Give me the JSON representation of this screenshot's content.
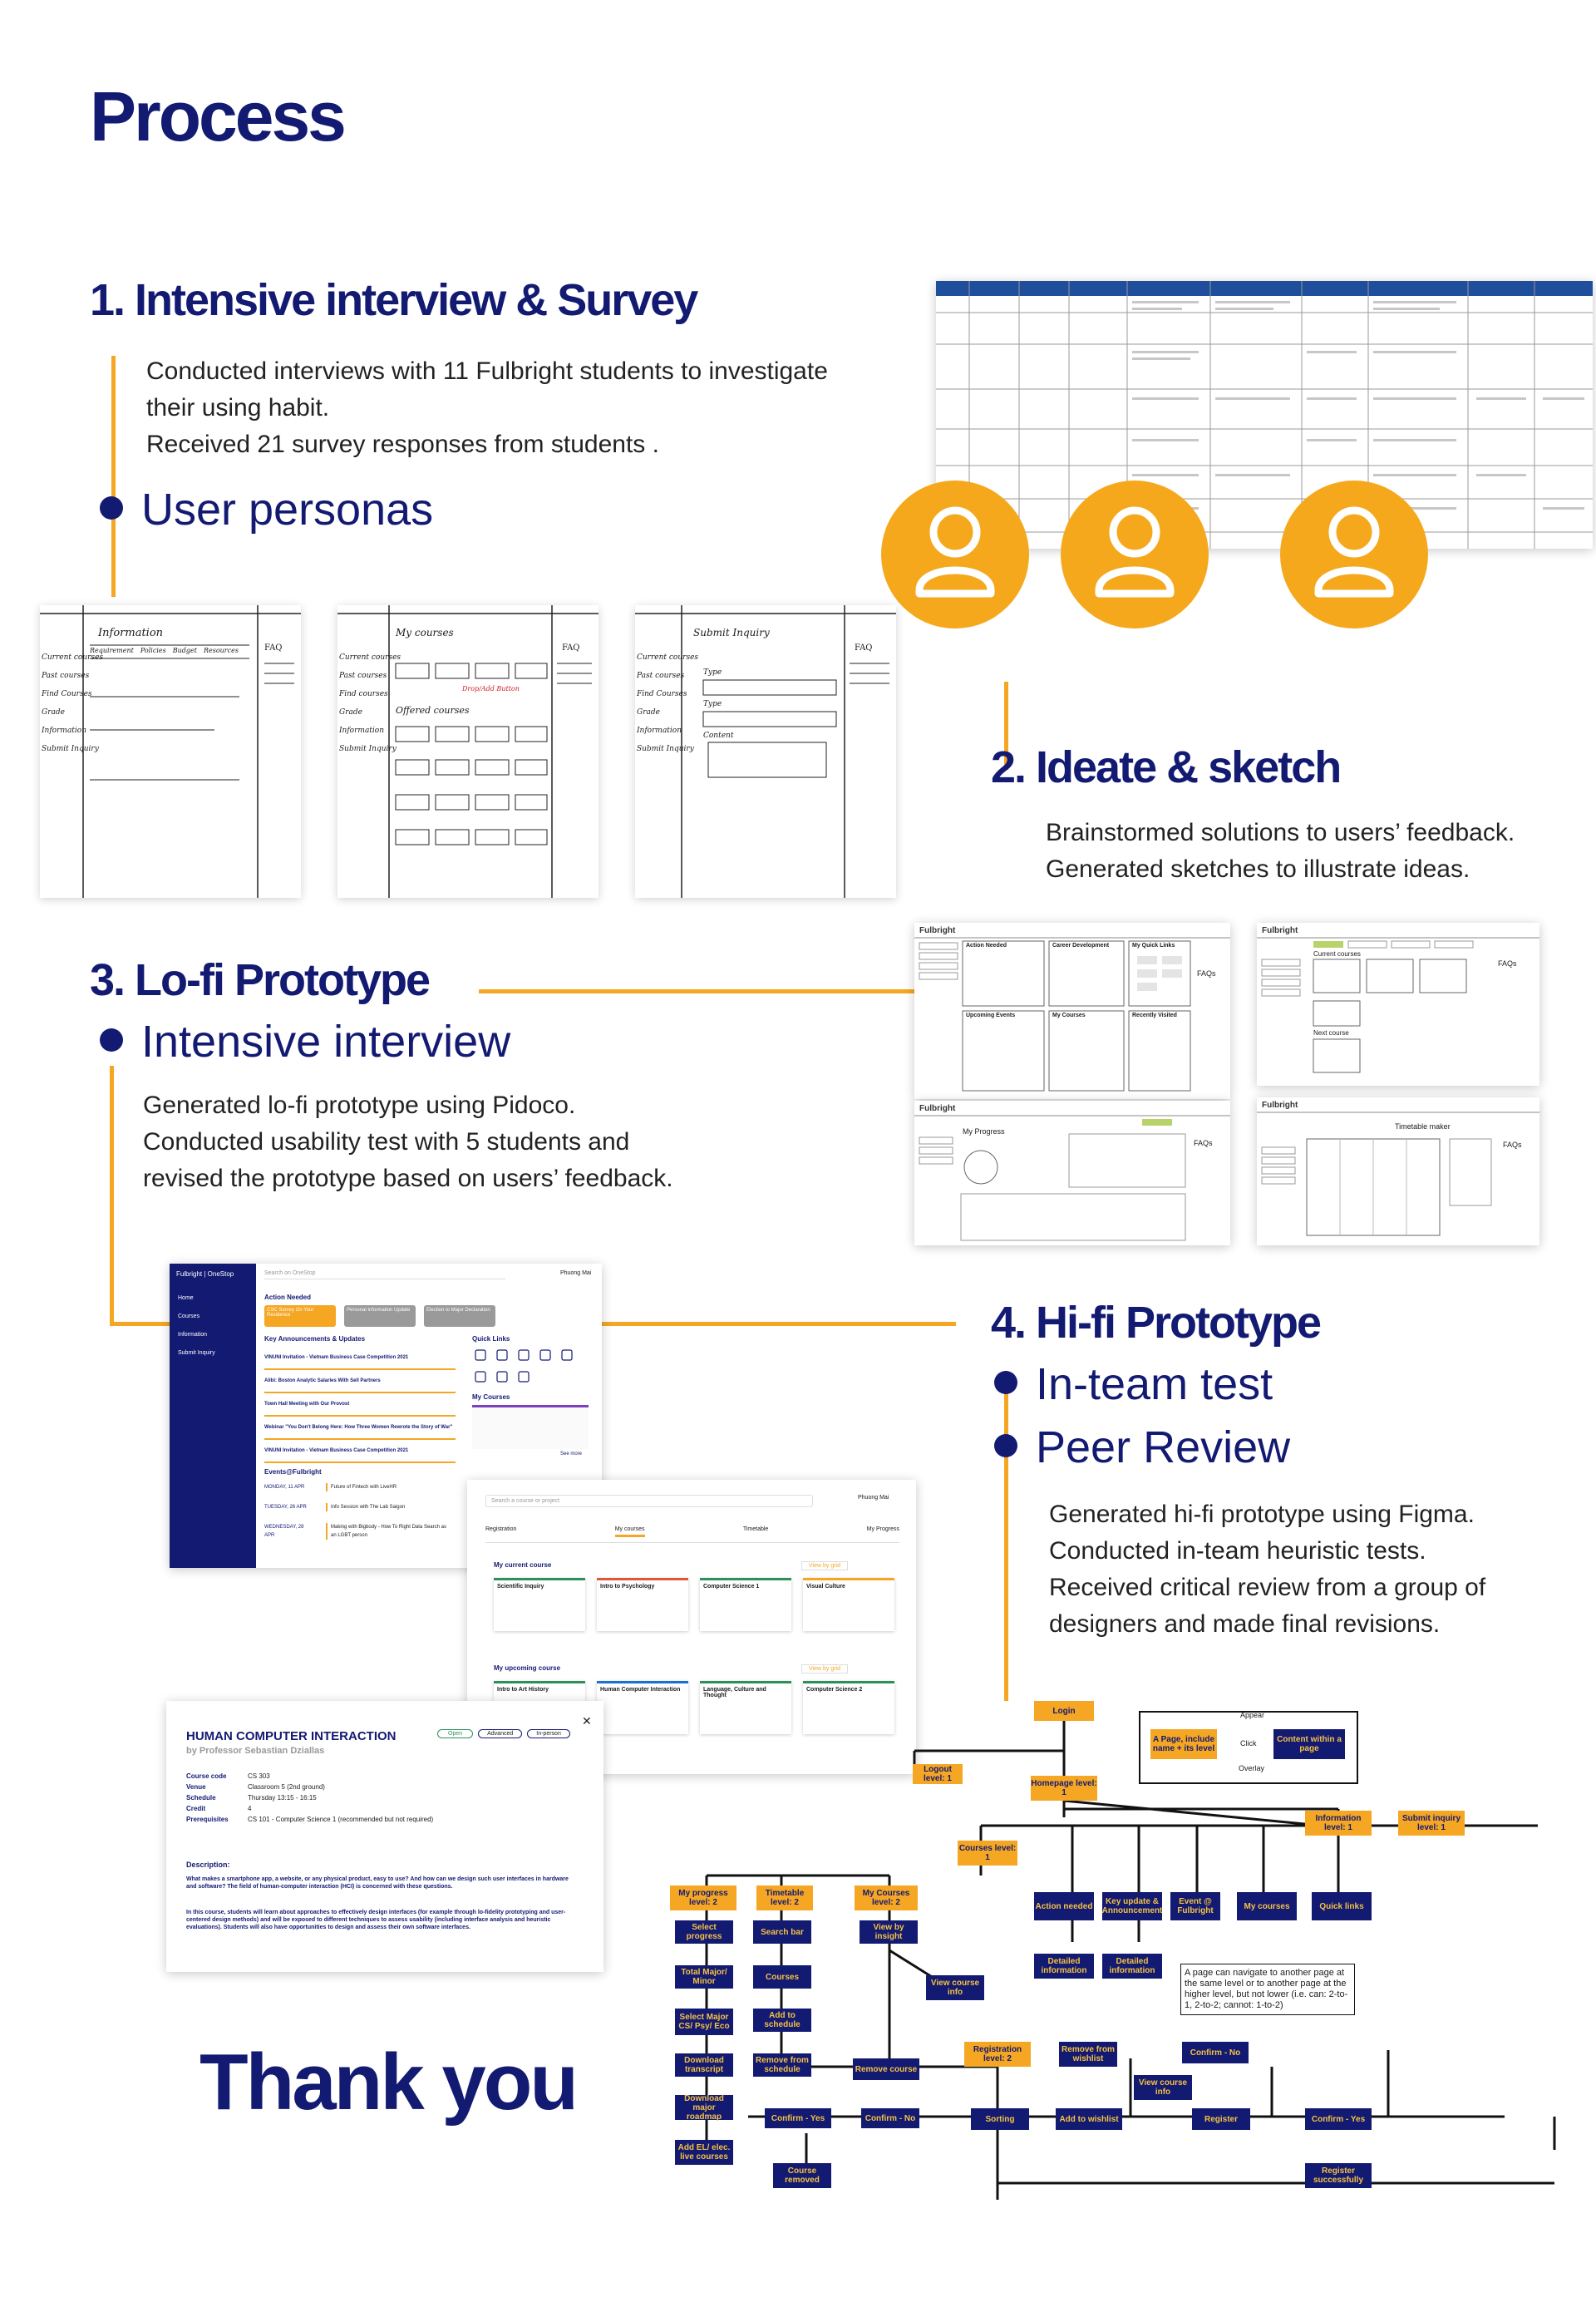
{
  "page": {
    "title": "Process",
    "closing": "Thank you"
  },
  "colors": {
    "navy": "#131a72",
    "accent": "#f5a623"
  },
  "steps": {
    "interview": {
      "heading": "1. Intensive interview & Survey",
      "lines": [
        "Conducted interviews with 11 Fulbright students to investigate",
        "their using habit.",
        "Received 21 survey responses from students ."
      ],
      "bullet": "User personas"
    },
    "ideate": {
      "heading": "2. Ideate & sketch",
      "lines": [
        "Brainstormed solutions to users’ feedback.",
        "Generated sketches to illustrate ideas."
      ]
    },
    "lofi": {
      "heading": "3. Lo-fi Prototype",
      "bullet": "Intensive interview",
      "lines": [
        "Generated lo-fi prototype using Pidoco.",
        "Conducted usability test with 5 students and",
        "revised the prototype based on users’ feedback."
      ]
    },
    "hifi": {
      "heading": "4. Hi-fi Prototype",
      "bullets": [
        "In-team test",
        "Peer Review"
      ],
      "lines": [
        "Generated hi-fi prototype using Figma.",
        "Conducted in-team heuristic tests.",
        "Received critical review from a group of",
        "designers and made final revisions."
      ]
    }
  },
  "sketches": {
    "s1": {
      "menu": [
        "Current courses",
        "Past courses",
        "Find Courses",
        "Grade",
        "Information",
        "Submit Inquiry"
      ],
      "title": "Information",
      "tabs": [
        "Requirement",
        "Policies",
        "Budget",
        "Resources"
      ],
      "faq": "FAQ"
    },
    "s2": {
      "menu": [
        "Current courses",
        "Past courses",
        "Find courses",
        "Grade",
        "Information",
        "Submit Inquiry"
      ],
      "title": "My courses",
      "note": "Drop/Add Button",
      "section": "Offered courses",
      "faq": "FAQ"
    },
    "s3": {
      "menu": [
        "Current courses",
        "Past courses",
        "Find Courses",
        "Grade",
        "Information",
        "Submit Inquiry"
      ],
      "title": "Submit Inquiry",
      "fields": [
        "Type",
        "Type",
        "Content"
      ],
      "faq": "FAQ"
    }
  },
  "lofi_screens": [
    {
      "brand": "Fulbright",
      "blocks": [
        "Action Needed",
        "Career Development",
        "My Quick Links",
        "Upcoming Events",
        "My Courses",
        "Recently Visited"
      ],
      "faq": "FAQs"
    },
    {
      "brand": "Fulbright",
      "blocks": [
        "Current courses",
        "Next course"
      ],
      "faq": "FAQs"
    },
    {
      "brand": "Fulbright",
      "blocks": [
        "My Progress"
      ],
      "faq": "FAQs"
    },
    {
      "brand": "Fulbright",
      "blocks": [
        "Timetable maker"
      ],
      "faq": "FAQs"
    }
  ],
  "hifi_home": {
    "brand": "Fulbright | OneStop",
    "search_placeholder": "Search on OneStop",
    "user": "Phuong Mai",
    "nav": [
      "Home",
      "Courses",
      "Information",
      "Submit Inquiry"
    ],
    "action_needed": "Action Needed",
    "actions": [
      "CSC Survey On Your Residence",
      "Personal Information Update",
      "Election to Major Declaration"
    ],
    "announcements_title": "Key Announcements & Updates",
    "announcements": [
      "VINUNI Invitation - Vietnam Business Case Competition 2021",
      "Alibi: Boston Analytic Salaries With Sell Partners",
      "Town Hall Meeting with Our Provost",
      "Webinar \"You Don't Belong Here: How Three Women Rewrote the Story of War\"",
      "VINUNI Invitation - Vietnam Business Case Competition 2021"
    ],
    "quick_links": "Quick Links",
    "my_courses": "My Courses",
    "events_title": "Events@Fulbright",
    "events": [
      {
        "date": "MONDAY, 11 APR",
        "title": "Future of Fintech with LiveHR"
      },
      {
        "date": "TUESDAY, 26 APR",
        "title": "Info Session with The Lab Saigon"
      },
      {
        "date": "WEDNESDAY, 28 APR",
        "title": "Making with Bigbody - How To Right Data Search as an LGBT person"
      }
    ],
    "see_more": "See more"
  },
  "hifi_courses": {
    "search_placeholder": "Search a course or project",
    "user": "Phuong Mai",
    "tabs": [
      "Registration",
      "My courses",
      "Timetable",
      "My Progress"
    ],
    "current_title": "My current course",
    "current": [
      "Scientific Inquiry",
      "Intro to Psychology",
      "Computer Science 1",
      "Visual Culture"
    ],
    "upcoming_title": "My upcoming course",
    "upcoming": [
      "Intro to Art History",
      "Human Computer Interaction",
      "Language, Culture and Thought",
      "Computer Science 2"
    ],
    "filter": "View by grid"
  },
  "hifi_detail": {
    "title": "HUMAN COMPUTER INTERACTION",
    "instructor": "by Professor Sebastian Dziallas",
    "tags": [
      "Open",
      "Advanced",
      "In-person"
    ],
    "fields": [
      {
        "k": "Course code",
        "v": "CS 303"
      },
      {
        "k": "Venue",
        "v": "Classroom 5 (2nd ground)"
      },
      {
        "k": "Schedule",
        "v": "Thursday 13:15 - 16:15"
      },
      {
        "k": "Credit",
        "v": "4"
      },
      {
        "k": "Prerequisites",
        "v": "CS 101 - Computer Science 1 (recommended but not required)"
      }
    ],
    "desc_label": "Description:",
    "desc1": "What makes a smartphone app, a website, or any physical product, easy to use? And how can we design such user interfaces in hardware and software? The field of human-computer interaction (HCI) is concerned with these questions.",
    "desc2": "In this course, students will learn about approaches to effectively design interfaces (for example through lo-fidelity prototyping and user-centered design methods) and will be exposed to different techniques to assess usability (including interface analysis and heuristic evaluations). Students will also have opportunities to design and assess their own software interfaces."
  },
  "flow": {
    "login": "Login",
    "logout": "Logout level: 1",
    "homepage": "Homepage level: 1",
    "information": "Information level: 1",
    "submit": "Submit inquiry level: 1",
    "courses": "Courses level: 1",
    "myprogress": "My progress level: 2",
    "timetable": "Timetable level: 2",
    "mycourses": "My Courses level: 2",
    "action": "Action needed",
    "keyupdate": "Key update & Announcement",
    "event": "Event @ Fulbright",
    "mycourses2": "My courses",
    "quicklinks": "Quick links",
    "detailed1": "Detailed information",
    "detailed2": "Detailed information",
    "selectprogress": "Select progress",
    "searchbar": "Search bar",
    "viewinsight": "View by insight",
    "viewcourse": "View course info",
    "totalmajor": "Total Major/ Minor",
    "courses2": "Courses",
    "selectmajor": "Select Major CS/ Psy/ Eco",
    "addschedule": "Add to schedule",
    "download": "Download transcript",
    "removeschedule": "Remove from schedule",
    "removecourse": "Remove course",
    "downloadmajor": "Download major roadmap",
    "addelec": "Add EL/ elec. live courses",
    "confirmyes1": "Confirm - Yes",
    "confirmno1": "Confirm - No",
    "courseremoved": "Course removed",
    "registration": "Registration level: 2",
    "removewish": "Remove from wishlist",
    "viewcourse2": "View course info",
    "confirmno2": "Confirm - No",
    "sorting": "Sorting",
    "addwish": "Add to wishlist",
    "register": "Register",
    "confirmyes2": "Confirm - Yes",
    "registered": "Register successfully",
    "legend_appear": "Appear",
    "legend_a": "A Page, include name + its level",
    "legend_b": "Content within a page",
    "legend_click": "Click",
    "legend_overlay": "Overlay",
    "note": "A page can navigate to another page at the same level or to another page at the higher level, but not lower (i.e. can: 2-to-1, 2-to-2; cannot: 1-to-2)"
  }
}
